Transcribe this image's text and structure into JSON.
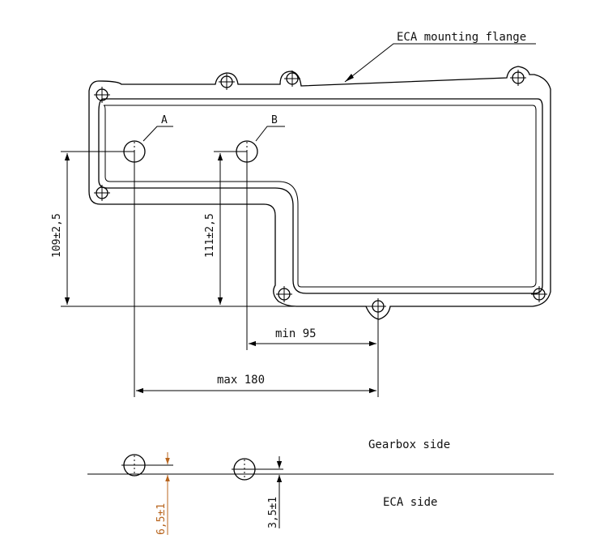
{
  "labels": {
    "flange": "ECA mounting flange",
    "hole_a": "A",
    "hole_b": "B",
    "dim_a_vertical": "109±2,5",
    "dim_b_vertical": "111±2,5",
    "dim_min": "min 95",
    "dim_max": "max 180",
    "gearbox_side": "Gearbox side",
    "eca_side": "ECA side",
    "offset_a": "6,5±1",
    "offset_b": "3,5±1"
  },
  "colors": {
    "line": "#000000",
    "highlight_dimension": "#b8651e"
  }
}
